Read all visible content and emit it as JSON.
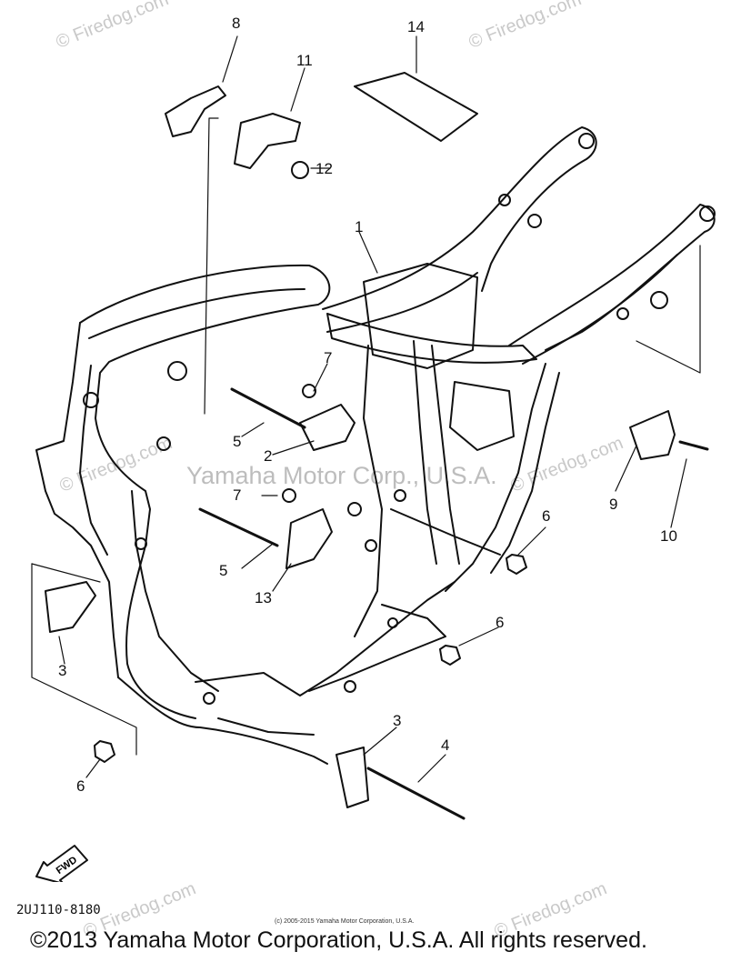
{
  "watermark": {
    "brand": "© Firedog.com",
    "center": "Yamaha Motor Corp., U.S.A."
  },
  "part_labels": [
    "8",
    "14",
    "11",
    "12",
    "1",
    "7",
    "2",
    "5",
    "7",
    "5",
    "13",
    "6",
    "6",
    "3",
    "3",
    "4",
    "6",
    "9",
    "10"
  ],
  "fwd_label": "FWD",
  "drawing_code": "2UJ110-8180",
  "small_copyright": "(c) 2005-2015 Yamaha Motor Corporation, U.S.A.",
  "copyright": "©2013 Yamaha Motor Corporation, U.S.A. All rights reserved."
}
